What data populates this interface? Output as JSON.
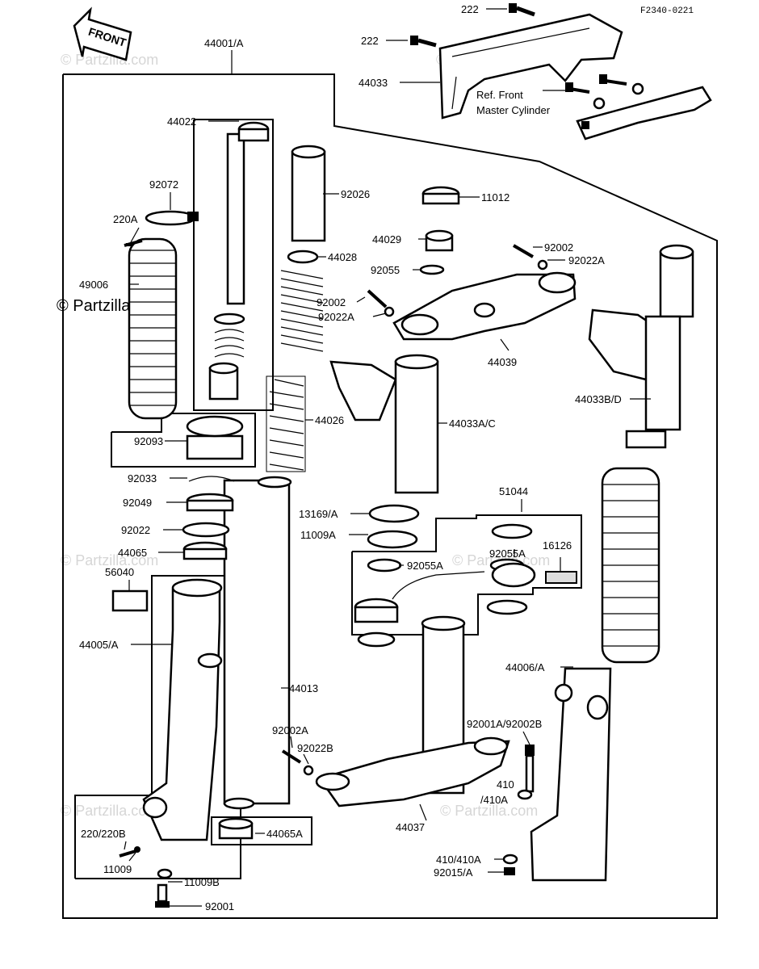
{
  "diagram_code": "F2340-0221",
  "front_label": "FRONT",
  "watermark": "© Partzilla.com",
  "watermark_short": "© Partzilla.com",
  "note": {
    "line1": "Ref. Front",
    "line2": "Master Cylinder"
  },
  "labels": {
    "p222a": "222",
    "p222b": "222",
    "p44033": "44033",
    "p44001": "44001/A",
    "p44022": "44022",
    "p92072": "92072",
    "p220a": "220A",
    "p49006": "49006",
    "p92026": "92026",
    "p44028": "44028",
    "p11012": "11012",
    "p44029": "44029",
    "p92055": "92055",
    "p92002a": "92002",
    "p92022a": "92022A",
    "p92002b": "92002",
    "p92022ab": "92022A",
    "p44039": "44039",
    "p44033bd": "44033B/D",
    "p92093": "92093",
    "p44026": "44026",
    "p44033ac": "44033A/C",
    "p92033": "92033",
    "p92049": "92049",
    "p13169": "13169/A",
    "p51044": "51044",
    "p92022": "92022",
    "p11009a": "11009A",
    "p92055a1": "92055A",
    "p92055a2": "92055A",
    "p16126": "16126",
    "p44065": "44065",
    "p56040": "56040",
    "p44005": "44005/A",
    "p44013": "44013",
    "p44006": "44006/A",
    "p92002a2": "92002A",
    "p92022b": "92022B",
    "p92001ab": "92001A/92002B",
    "p410": "410",
    "p410a": "/410A",
    "p44037": "44037",
    "p220b": "220/220B",
    "p11009": "11009",
    "p44065a": "44065A",
    "p410b": "410/410A",
    "p92015": "92015/A",
    "p11009b": "11009B",
    "p92001": "92001"
  }
}
